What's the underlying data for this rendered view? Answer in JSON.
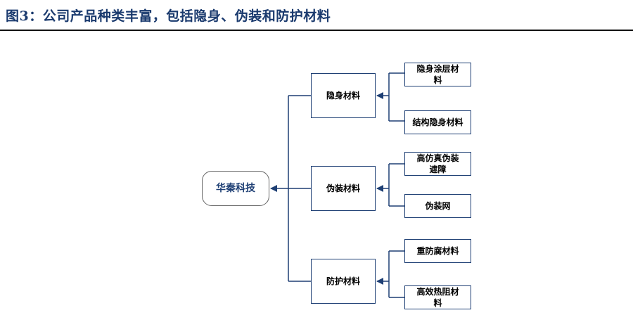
{
  "header": {
    "title": "图3：公司产品种类丰富，包括隐身、伪装和防护材料"
  },
  "diagram": {
    "root": "华秦科技",
    "categories": [
      {
        "label": "隐身材料",
        "items": [
          "隐身涂层材\n料",
          "结构隐身材料"
        ]
      },
      {
        "label": "伪装材料",
        "items": [
          "高仿真伪装\n遮障",
          "伪装网"
        ]
      },
      {
        "label": "防护材料",
        "items": [
          "重防腐材料",
          "高效热阻材\n料"
        ]
      }
    ]
  },
  "colors": {
    "accent": "#1e3f74",
    "connector": "#1e3f74",
    "root_border": "#666666"
  }
}
